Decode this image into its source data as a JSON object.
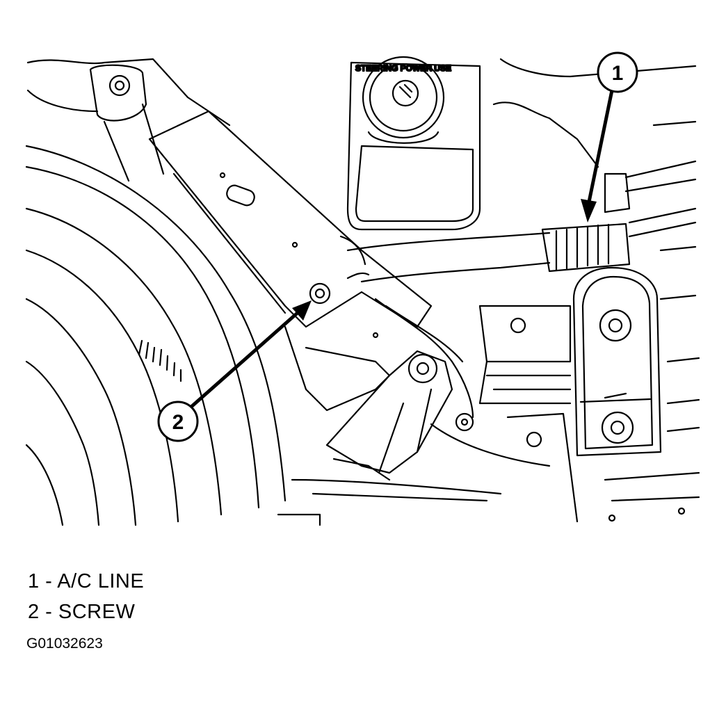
{
  "diagram": {
    "callouts": [
      {
        "number": "1"
      },
      {
        "number": "2"
      }
    ],
    "cap_lettering": "STEERING POWER USE"
  },
  "legend": {
    "items": [
      {
        "label": "1 - A/C LINE"
      },
      {
        "label": "2 - SCREW"
      }
    ]
  },
  "figure_id": "G01032623",
  "colors": {
    "line": "#000000",
    "background": "#ffffff"
  }
}
